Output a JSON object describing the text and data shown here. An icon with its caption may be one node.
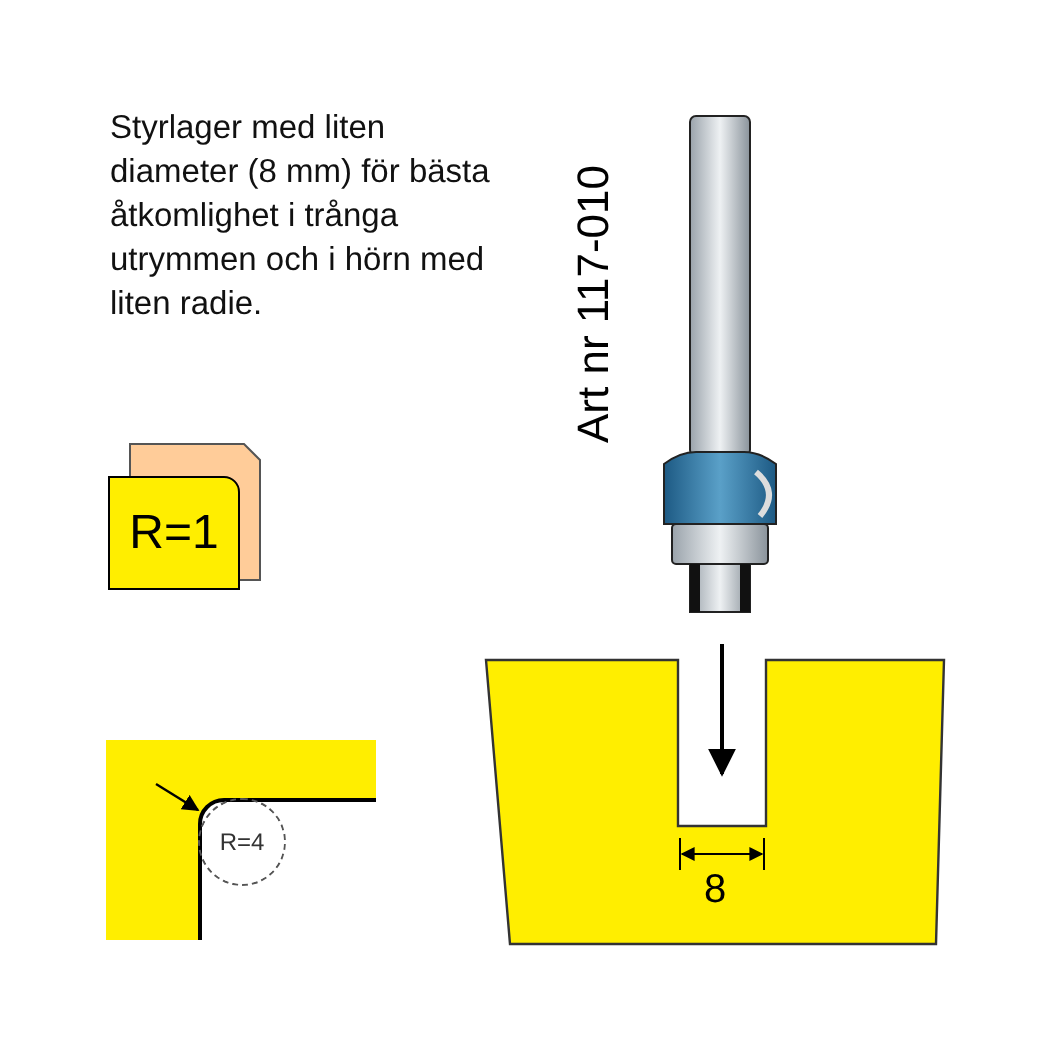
{
  "diagram": {
    "nodes": [
      {
        "text": [
          "R=1"
        ]
      },
      {
        "text": [
          "R=4"
        ]
      }
    ],
    "labels": [
      "Styrlager med liten diameter (8 mm) för bästa åtkomlighet i trånga utrymmen och i hörn med liten radie.",
      "Art nr 117-010",
      "8"
    ]
  }
}
